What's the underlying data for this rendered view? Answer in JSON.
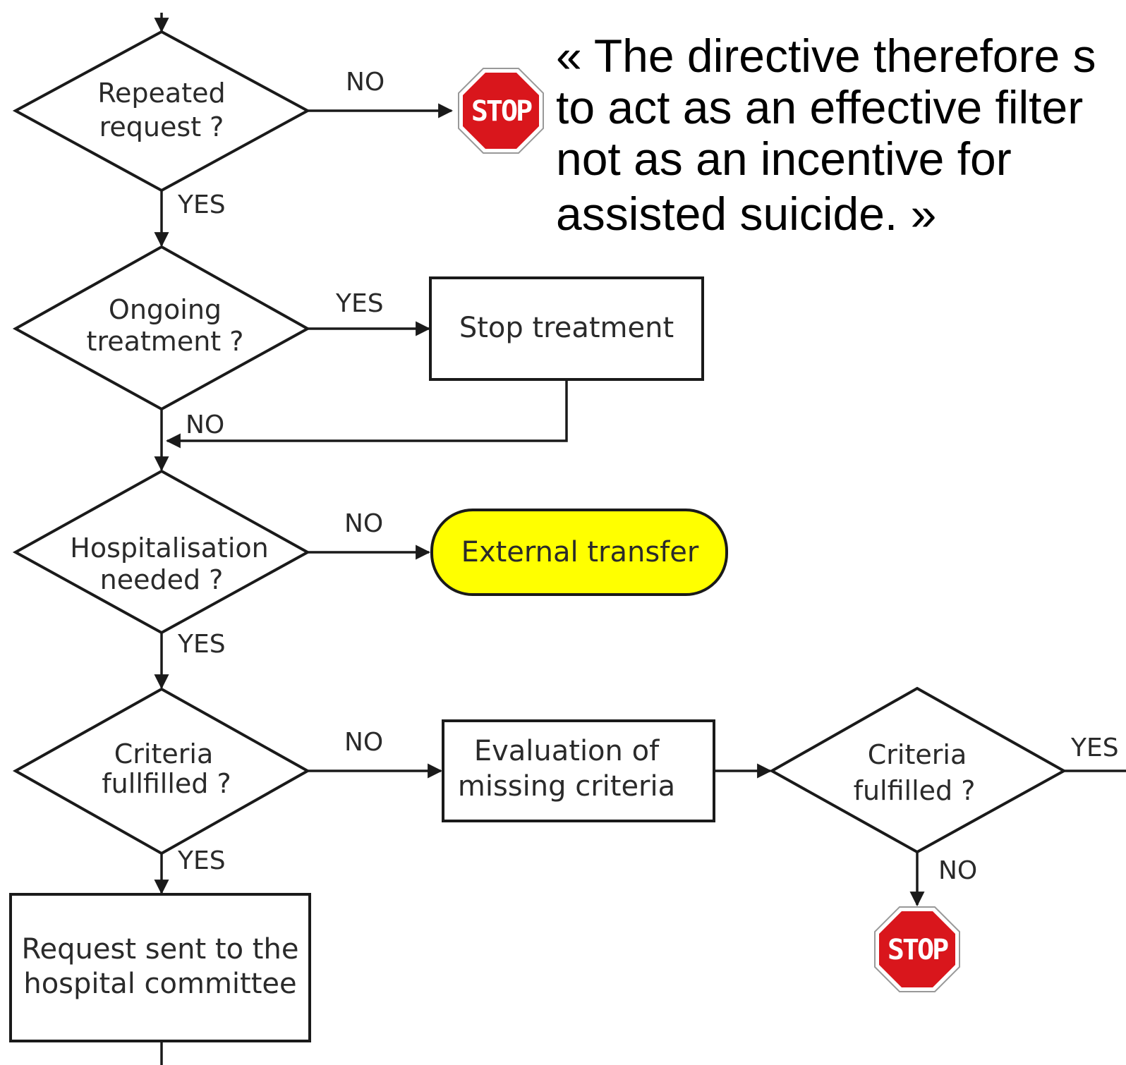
{
  "quote": {
    "lines": [
      "« The directive therefore s",
      "to act as an effective filter",
      "not as an incentive for",
      "assisted suicide. »"
    ]
  },
  "nodes": {
    "repeated": [
      "Repeated",
      "request ?"
    ],
    "ongoing": [
      "Ongoing",
      "treatment ?"
    ],
    "stop_treatment": "Stop treatment",
    "hospitalisation": [
      "Hospitalisation",
      "needed ?"
    ],
    "external_transfer": "External transfer",
    "criteria1": [
      "Criteria",
      "fullfilled ?"
    ],
    "evaluation": [
      "Evaluation of",
      "missing criteria"
    ],
    "criteria2": [
      "Criteria",
      "fulfilled ?"
    ],
    "request_sent": [
      "Request sent to the",
      "hospital committee"
    ]
  },
  "edges": {
    "repeated_no": "NO",
    "repeated_yes": "YES",
    "ongoing_yes": "YES",
    "ongoing_no": "NO",
    "hosp_no": "NO",
    "hosp_yes": "YES",
    "criteria1_no": "NO",
    "criteria1_yes": "YES",
    "criteria2_yes": "YES",
    "criteria2_no": "NO"
  },
  "stop_sign_text": "STOP",
  "colors": {
    "stop_red": "#d9161c",
    "terminal_yellow": "#ffff00",
    "line": "#1a1a1a"
  }
}
